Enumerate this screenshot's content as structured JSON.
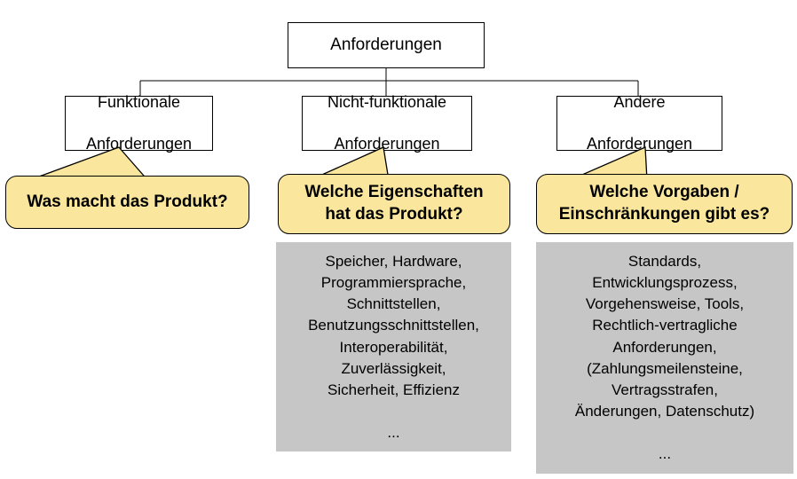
{
  "diagram": {
    "title_node": {
      "label": "Anforderungen"
    },
    "branches": [
      {
        "id": "funktionale",
        "label": "Funktionale\nAnforderungen",
        "label_line1": "Funktionale",
        "label_line2": "Anforderungen",
        "callout": "Was macht das Produkt?",
        "callout_line1": "Was macht das Produkt?",
        "callout_line2": "",
        "details": null
      },
      {
        "id": "nicht-funktionale",
        "label": "Nicht-funktionale\nAnforderungen",
        "label_line1": "Nicht-funktionale",
        "label_line2": "Anforderungen",
        "callout": "Welche Eigenschaften hat das Produkt?",
        "callout_line1": "Welche Eigenschaften",
        "callout_line2": "hat das Produkt?",
        "details": "Speicher, Hardware,\nProgrammiersprache,\nSchnittstellen,\nBenutzungsschnittstellen,\nInteroperabilität,\nZuverlässigkeit,\nSicherheit, Effizienz\n\n..."
      },
      {
        "id": "andere",
        "label": "Andere\nAnforderungen",
        "label_line1": "Andere",
        "label_line2": "Anforderungen",
        "callout": "Welche Vorgaben / Einschränkungen gibt es?",
        "callout_line1": "Welche Vorgaben /",
        "callout_line2": "Einschränkungen gibt es?",
        "details": "Standards,\nEntwicklungsprozess,\nVorgehensweise, Tools,\nRechtlich-vertragliche\nAnforderungen,\n(Zahlungsmeilensteine,\nVertragsstrafen,\nÄnderungen, Datenschutz)\n\n..."
      }
    ],
    "colors": {
      "callout_fill": "#FAE69C",
      "panel_fill": "#C6C6C6",
      "node_fill": "#FFFFFF",
      "line": "#000000",
      "text": "#000000"
    }
  }
}
